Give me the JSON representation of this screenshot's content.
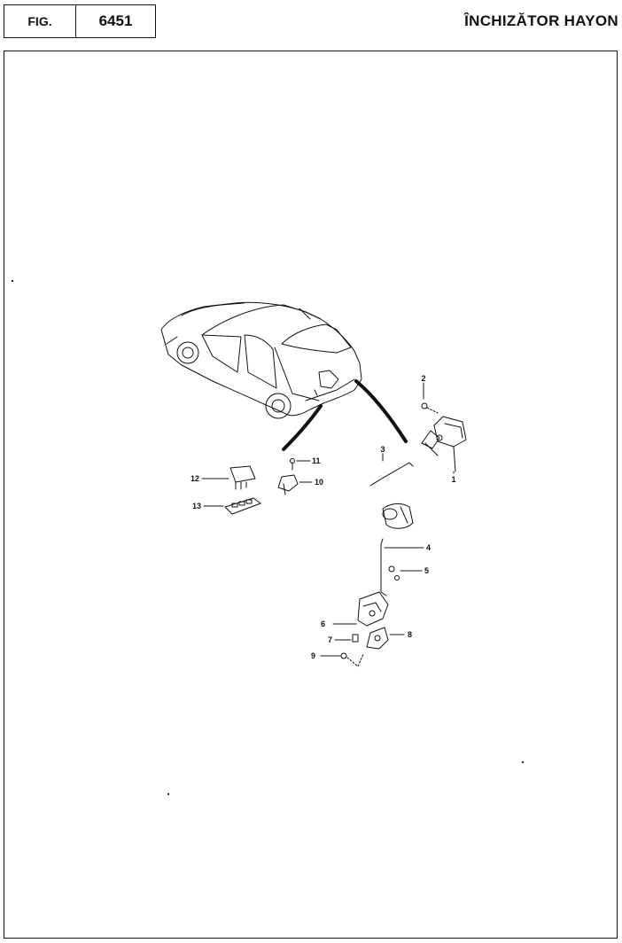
{
  "header": {
    "fig_label": "FIG.",
    "fig_number": "6451",
    "title": "ÎNCHIZĂTOR HAYON"
  },
  "diagram": {
    "callouts": {
      "c1": "1",
      "c2": "2",
      "c3": "3",
      "c4": "4",
      "c5": "5",
      "c6": "6",
      "c7": "7",
      "c8": "8",
      "c9": "9",
      "c10": "10",
      "c11": "11",
      "c12": "12",
      "c13": "13"
    }
  }
}
